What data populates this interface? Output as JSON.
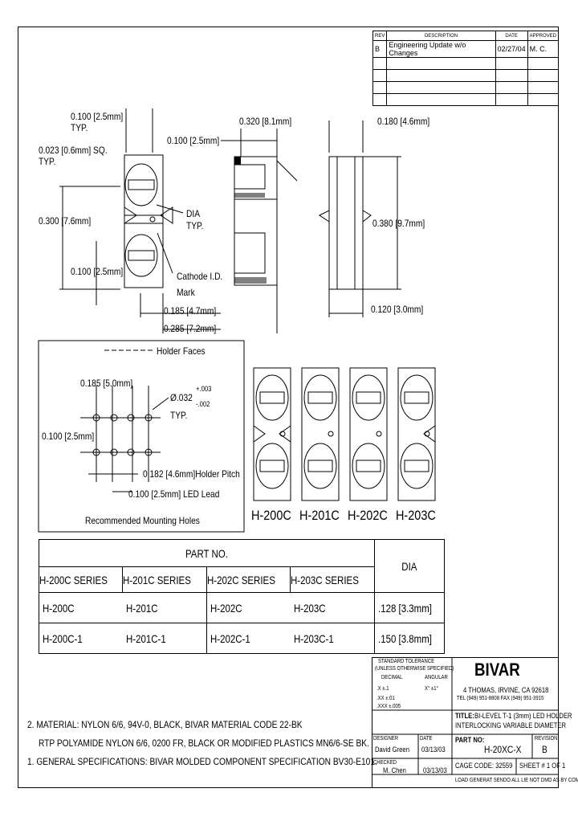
{
  "revision_table": {
    "headers": {
      "rev": "REV",
      "description": "DESCRIPTION",
      "date": "DATE",
      "approved": "APPROVED"
    },
    "rows": [
      {
        "rev": "B",
        "description": "Engineering Update w/o Changes",
        "date": "02/27/04",
        "approved": "M. C."
      },
      {
        "rev": "",
        "description": "",
        "date": "",
        "approved": ""
      },
      {
        "rev": "",
        "description": "",
        "date": "",
        "approved": ""
      },
      {
        "rev": "",
        "description": "",
        "date": "",
        "approved": ""
      },
      {
        "rev": "",
        "description": "",
        "date": "",
        "approved": ""
      }
    ]
  },
  "dimensions": {
    "d1": "0.100 [2.5mm]",
    "d1_typ": "TYP.",
    "d2": "0.023 [0.6mm] SQ.",
    "d2_typ": "TYP.",
    "d3": "0.100 [2.5mm]",
    "d4": "0.320 [8.1mm]",
    "d5": "0.180 [4.6mm]",
    "d6": "0.300 [7.6mm]",
    "dia": "DIA",
    "dia_typ": "TYP.",
    "d7": "0.380 [9.7mm]",
    "d8": "0.100 [2.5mm]",
    "cathode": "Cathode I.D.",
    "mark": "Mark",
    "d9": "0.185 [4.7mm]",
    "d10": "0.120 [3.0mm]",
    "d11": "0.285 [7.2mm]"
  },
  "mounting": {
    "holder_faces": "Holder Faces",
    "d1": "0.185 [5.0mm]",
    "dia_base": "Ø.032",
    "tol_plus": "+.003",
    "tol_minus": "-.002",
    "typ": "TYP.",
    "d2": "0.100 [2.5mm]",
    "pitch": "0.182 [4.6mm]Holder Pitch",
    "lead": "0.100 [2.5mm] LED Lead",
    "caption": "Recommended Mounting Holes"
  },
  "variants": [
    "H-200C",
    "H-201C",
    "H-202C",
    "H-203C"
  ],
  "parts_table": {
    "title": "PART NO.",
    "dia_header": "DIA",
    "series": [
      "H-200C SERIES",
      "H-201C SERIES",
      "H-202C SERIES",
      "H-203C SERIES"
    ],
    "rows": [
      {
        "parts": [
          "H-200C",
          "H-201C",
          "H-202C",
          "H-203C"
        ],
        "dia": ".128 [3.3mm]"
      },
      {
        "parts": [
          "H-200C-1",
          "H-201C-1",
          "H-202C-1",
          "H-203C-1"
        ],
        "dia": ".150 [3.8mm]"
      }
    ]
  },
  "notes": {
    "n2a": "2.  MATERIAL: NYLON 6/6, 94V-0, BLACK, BIVAR MATERIAL CODE 22-BK",
    "n2b": "RTP POLYAMIDE NYLON 6/6, 0200 FR, BLACK OR MODIFIED PLASTICS MN6/6-SE BK.",
    "n1": "1.  GENERAL SPECIFICATIONS: BIVAR MOLDED COMPONENT SPECIFICATION BV30-E101."
  },
  "title_block": {
    "tolerance_title": "STANDARD TOLERANCE",
    "tolerance_sub": "(UNLESS OTHERWISE SPECIFIED)",
    "decimal": "DECIMAL",
    "angular": "ANGULAR",
    "tol1": ".X    ±.1",
    "tol2": ".XX   ±.01",
    "tol3": ".XXX  ±.005",
    "angle": "X°  ±1°",
    "logo": "BIVAR",
    "address": "4 THOMAS, IRVINE, CA 92618",
    "phone": "TEL (949) 951-8808   FAX (949) 951-3915",
    "title_label": "TITLE:",
    "title_1": "BI-LEVEL T-1 (3mm) LED HOLDER",
    "title_2": "INTERLOCKING VARIABLE DIAMETER",
    "designer_label": "DESIGNER",
    "designer": "David Green",
    "date_label": "DATE",
    "design_date": "03/13/03",
    "part_label": "PART NO:",
    "part_no": "H-20XC-X",
    "rev_label": "REVISION",
    "rev": "B",
    "checked_label": "CHECKED",
    "checked": "M. Chen",
    "checked_date": "03/13/03",
    "cage": "CAGE CODE:  32559",
    "sheet": "SHEET # 1 OF 1",
    "footer": "LOAD GENERAT SENDO ALL LIE NOT DMD AS BY COMPHIEN"
  }
}
